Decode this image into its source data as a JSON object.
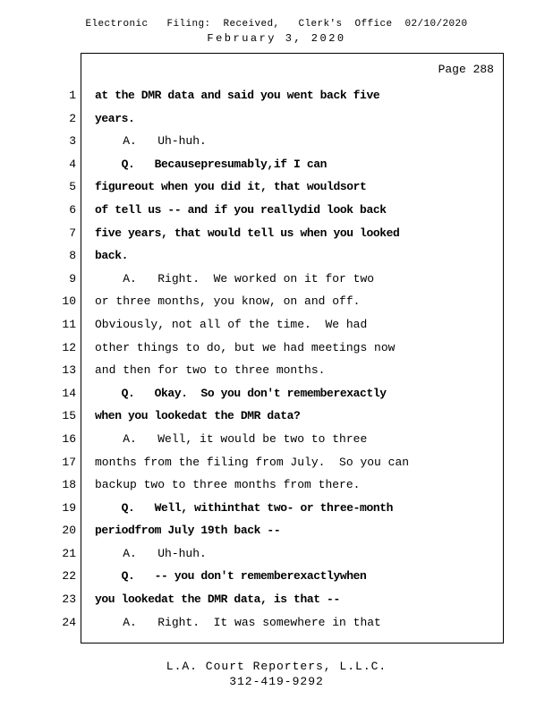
{
  "header": {
    "efiling_line": "Electronic   Filing:  Received,   Clerk's  Office  02/10/2020",
    "date_line": "February 3, 2020"
  },
  "transcript": {
    "page_label": "Page 288",
    "lines": [
      {
        "num": "1",
        "text": "at the DMR data and said you went back five",
        "bold": true
      },
      {
        "num": "2",
        "text": "years.",
        "bold": true
      },
      {
        "num": "3",
        "text": "    A.   Uh-huh.",
        "bold": false
      },
      {
        "num": "4",
        "text": "    Q.   Becausepresumably,if I can",
        "bold": true
      },
      {
        "num": "5",
        "text": "figureout when you did it, that wouldsort",
        "bold": true
      },
      {
        "num": "6",
        "text": "of tell us -- and if you reallydid look back",
        "bold": true
      },
      {
        "num": "7",
        "text": "five years, that would tell us when you looked",
        "bold": true
      },
      {
        "num": "8",
        "text": "back.",
        "bold": true
      },
      {
        "num": "9",
        "text": "    A.   Right.  We worked on it for two",
        "bold": false
      },
      {
        "num": "10",
        "text": "or three months, you know, on and off.",
        "bold": false
      },
      {
        "num": "11",
        "text": "Obviously, not all of the time.  We had",
        "bold": false
      },
      {
        "num": "12",
        "text": "other things to do, but we had meetings now",
        "bold": false
      },
      {
        "num": "13",
        "text": "and then for two to three months.",
        "bold": false
      },
      {
        "num": "14",
        "text": "    Q.   Okay.  So you don't rememberexactly",
        "bold": true
      },
      {
        "num": "15",
        "text": "when you lookedat the DMR data?",
        "bold": true
      },
      {
        "num": "16",
        "text": "    A.   Well, it would be two to three",
        "bold": false
      },
      {
        "num": "17",
        "text": "months from the filing from July.  So you can",
        "bold": false
      },
      {
        "num": "18",
        "text": "backup two to three months from there.",
        "bold": false
      },
      {
        "num": "19",
        "text": "    Q.   Well, withinthat two- or three-month",
        "bold": true
      },
      {
        "num": "20",
        "text": "periodfrom July 19th back --",
        "bold": true
      },
      {
        "num": "21",
        "text": "    A.   Uh-huh.",
        "bold": false
      },
      {
        "num": "22",
        "text": "    Q.   -- you don't rememberexactlywhen",
        "bold": true
      },
      {
        "num": "23",
        "text": "you lookedat the DMR data, is that --",
        "bold": true
      },
      {
        "num": "24",
        "text": "    A.   Right.  It was somewhere in that",
        "bold": false
      }
    ]
  },
  "footer": {
    "firm_line": "L.A. Court Reporters, L.L.C.",
    "phone_line": "312-419-9292"
  }
}
